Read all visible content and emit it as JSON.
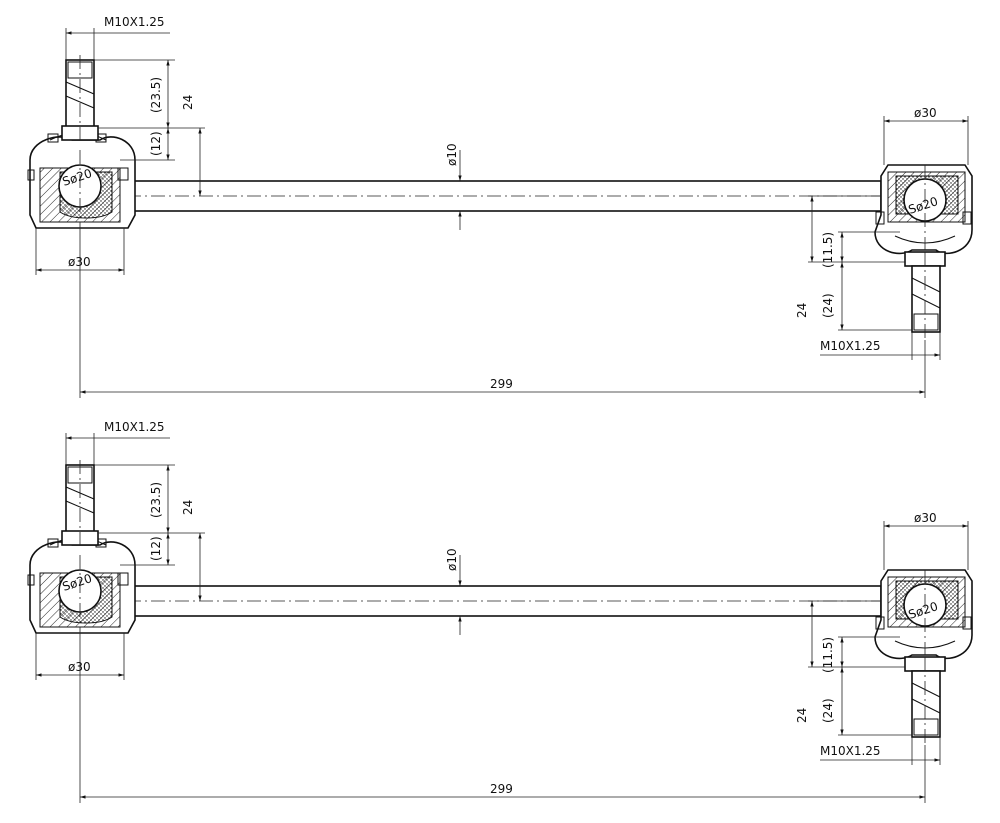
{
  "drawings": [
    {
      "left_thread": "M10X1.25",
      "dim_23_5": "(23.5)",
      "dim_12": "(12)",
      "dim_24_left": "24",
      "left_ball": "Sø20",
      "left_dia": "ø30",
      "rod_dia": "ø10",
      "right_dia": "ø30",
      "right_ball": "Sø20",
      "dim_11_5": "(11.5)",
      "dim_24_paren": "(24)",
      "dim_24_right": "24",
      "right_thread": "M10X1.25",
      "overall": "299"
    },
    {
      "left_thread": "M10X1.25",
      "dim_23_5": "(23.5)",
      "dim_12": "(12)",
      "dim_24_left": "24",
      "left_ball": "Sø20",
      "left_dia": "ø30",
      "rod_dia": "ø10",
      "right_dia": "ø30",
      "right_ball": "Sø20",
      "dim_11_5": "(11.5)",
      "dim_24_paren": "(24)",
      "dim_24_right": "24",
      "right_thread": "M10X1.25",
      "overall": "299"
    }
  ]
}
